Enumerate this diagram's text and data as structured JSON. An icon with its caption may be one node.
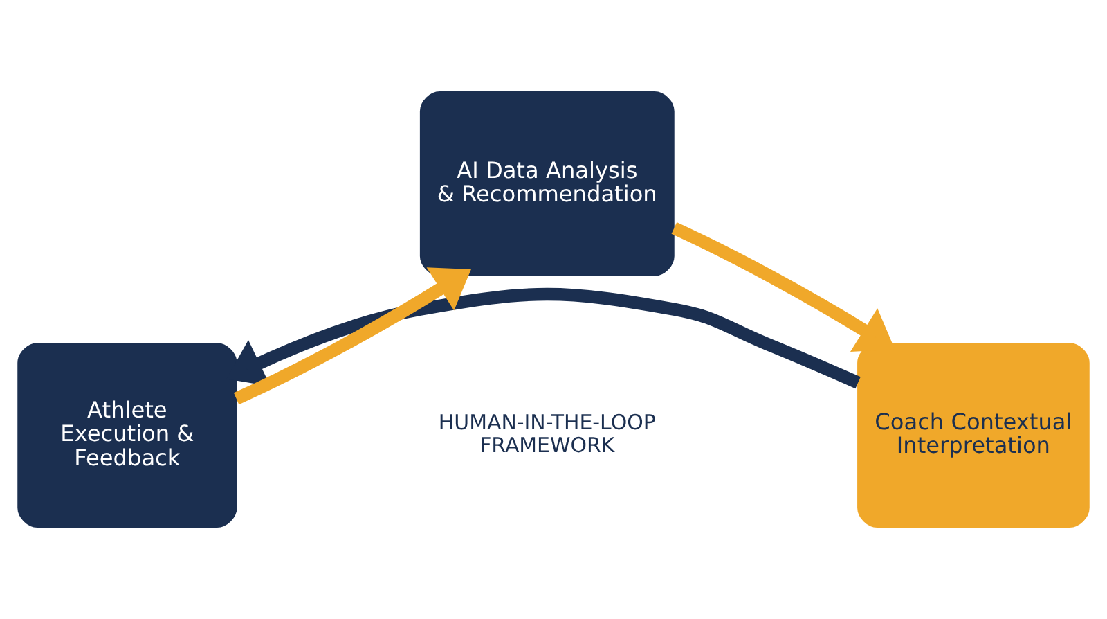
{
  "diagram": {
    "nodes": [
      {
        "text": [
          "AI Data Analysis & Recommendation"
        ]
      },
      {
        "text": [
          "Coach Contextual Interpretation"
        ]
      },
      {
        "text": [
          "Athlete Execution & Feedback"
        ]
      }
    ],
    "edges": [
      {
        "from": 0,
        "to": 1,
        "arrow": "to"
      },
      {
        "from": 1,
        "to": 2,
        "arrow": "to",
        "color": "#1b2f50"
      },
      {
        "from": 2,
        "to": 0,
        "arrow": "to"
      }
    ],
    "labels": [
      "HUMAN-IN-THE-LOOP FRAMEWORK"
    ]
  }
}
